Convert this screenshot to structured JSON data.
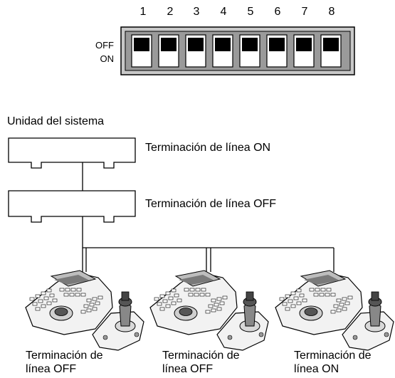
{
  "dip_switch": {
    "numbers": [
      "1",
      "2",
      "3",
      "4",
      "5",
      "6",
      "7",
      "8"
    ],
    "off_label": "OFF",
    "on_label": "ON",
    "positions": [
      "OFF",
      "OFF",
      "OFF",
      "OFF",
      "OFF",
      "OFF",
      "OFF",
      "OFF"
    ]
  },
  "diagram": {
    "system_unit_label": "Unidad del sistema",
    "unit1_termination": "Terminación de línea ON",
    "unit2_termination": "Terminación de línea OFF",
    "controllers": [
      {
        "line1": "Terminación de",
        "line2": "línea OFF"
      },
      {
        "line1": "Terminación de",
        "line2": "línea OFF"
      },
      {
        "line1": "Terminación de",
        "line2": "línea ON"
      }
    ]
  },
  "colors": {
    "switch_body": "#c8c8c8",
    "switch_slot": "#ffffff",
    "lever": "#000000",
    "line": "#000000"
  }
}
